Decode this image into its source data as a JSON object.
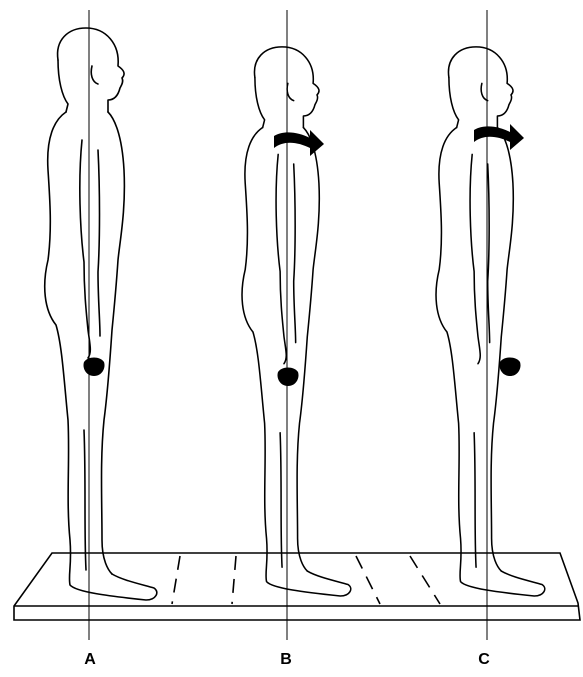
{
  "figure": {
    "panels": [
      {
        "id": "A",
        "label": "A"
      },
      {
        "id": "B",
        "label": "B"
      },
      {
        "id": "C",
        "label": "C"
      }
    ],
    "colors": {
      "ink": "#000000",
      "paper": "#ffffff"
    },
    "markers": {
      "B": "arrow-right",
      "C": "arrow-right"
    }
  }
}
